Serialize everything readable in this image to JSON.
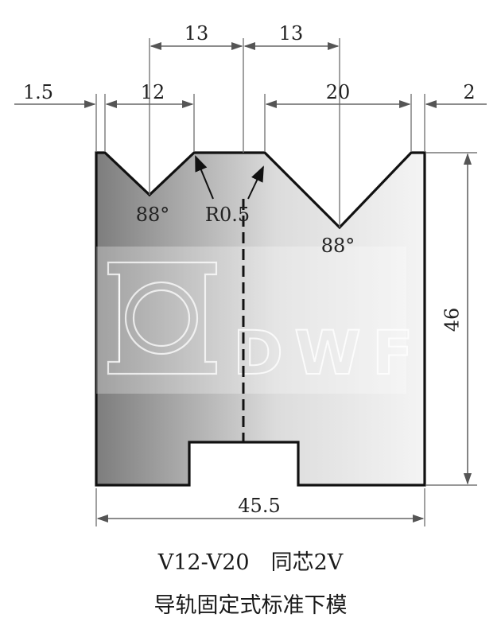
{
  "dimensions": {
    "left_half_span": "13",
    "right_half_span": "13",
    "left_edge_offset": "1.5",
    "left_v_width": "12",
    "right_v_width": "20",
    "right_edge_offset": "2",
    "height": "46",
    "total_width": "45.5"
  },
  "annotations": {
    "left_angle": "88°",
    "right_angle": "88°",
    "radius": "R0.5"
  },
  "watermark": {
    "text": "DWF"
  },
  "caption": {
    "line1": "V12-V20　同芯2V",
    "line2": "导轨固定式标准下模"
  },
  "colors": {
    "body_dark": "#7a7a7a",
    "body_light": "#f2f2f2",
    "outline": "#111111",
    "dimension_line": "#666666"
  }
}
